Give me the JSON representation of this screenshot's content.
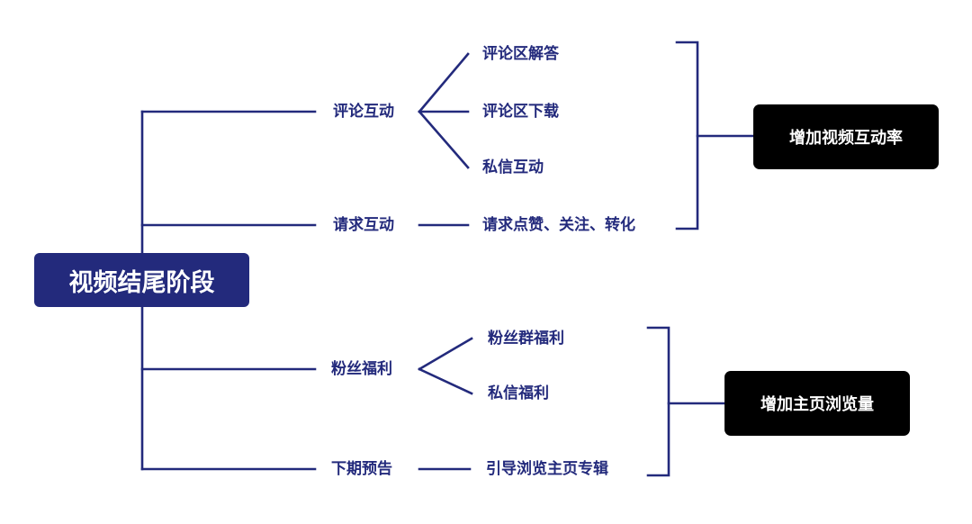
{
  "root": {
    "label": "视频结尾阶段"
  },
  "branches": [
    {
      "label": "评论互动",
      "items": [
        "评论区解答",
        "评论区下载",
        "私信互动"
      ]
    },
    {
      "label": "请求互动",
      "items": [
        "请求点赞、关注、转化"
      ]
    },
    {
      "label": "粉丝福利",
      "items": [
        "粉丝群福利",
        "私信福利"
      ]
    },
    {
      "label": "下期预告",
      "items": [
        "引导浏览主页专辑"
      ]
    }
  ],
  "outcomes": [
    {
      "label": "增加视频互动率"
    },
    {
      "label": "增加主页浏览量"
    }
  ],
  "colors": {
    "line": "#232a7c",
    "text": "#232a7c",
    "root_fill": "#232a7c",
    "outcome_fill": "#000000"
  }
}
